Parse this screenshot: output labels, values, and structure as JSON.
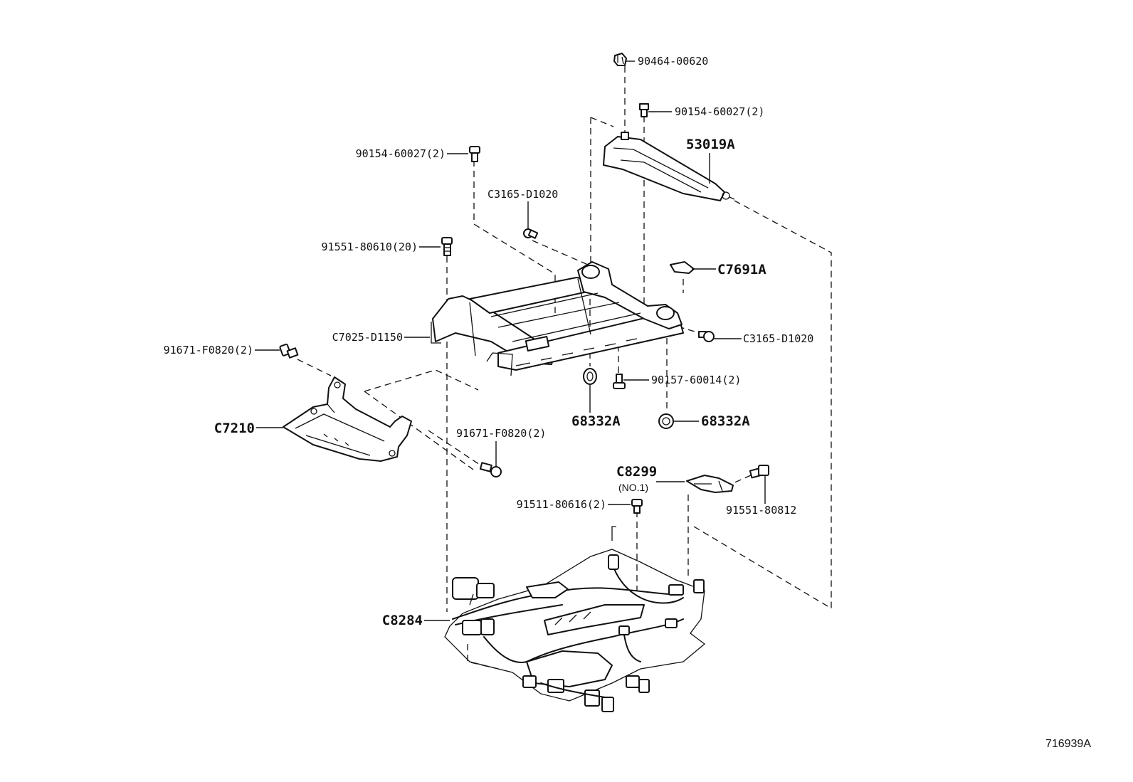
{
  "labels": {
    "p90464": "90464-00620",
    "p90154_top": "90154-60027(2)",
    "p53019A": "53019A",
    "p90154_left": "90154-60027(2)",
    "pC3165_top": "C3165-D1020",
    "p91551_20": "91551-80610(20)",
    "pC7691A": "C7691A",
    "pC7025": "C7025-D1150",
    "pC3165_right": "C3165-D1020",
    "p91671_left": "91671-F0820(2)",
    "p90157": "90157-60014(2)",
    "p68332A_a": "68332A",
    "p68332A_b": "68332A",
    "pC7210": "C7210",
    "p91671_mid": "91671-F0820(2)",
    "pC8299": "C8299",
    "pC8299_sub": "(NO.1)",
    "p91511": "91511-80616(2)",
    "p91551_812": "91551-80812",
    "pC8284": "C8284"
  },
  "figure_ref": "716939A"
}
